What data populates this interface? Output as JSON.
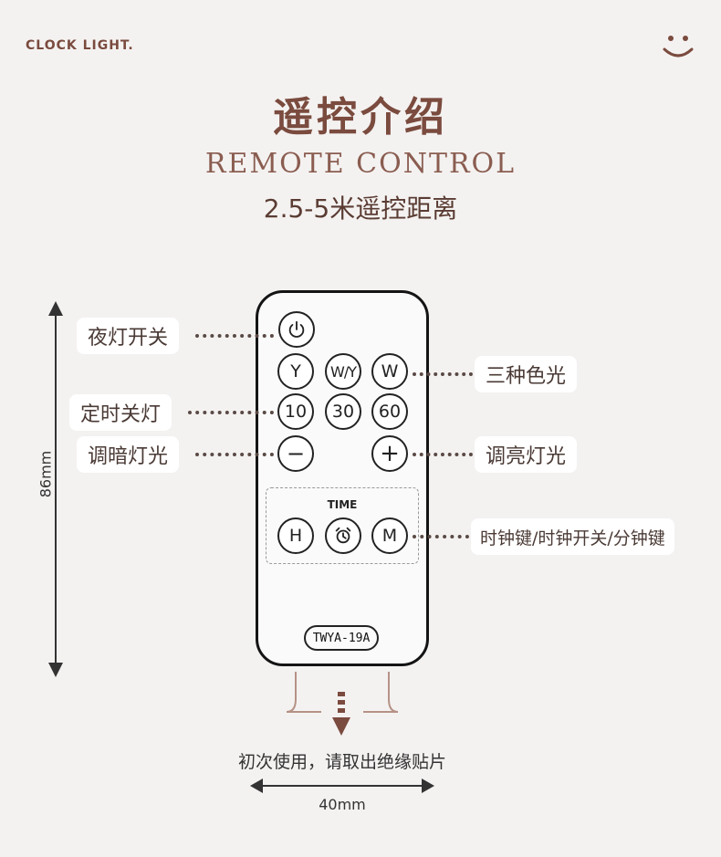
{
  "brand": "CLOCK LIGHT.",
  "title": "遥控介绍",
  "subtitle_en": "REMOTE CONTROL",
  "subtitle_cn": "2.5-5米遥控距离",
  "remote": {
    "power_icon": "power-icon",
    "buttons": {
      "y": "Y",
      "wy": "W/Y",
      "w": "W",
      "t10": "10",
      "t30": "30",
      "t60": "60",
      "minus": "−",
      "plus": "+",
      "h": "H",
      "alarm_icon": "alarm-clock-icon",
      "m": "M"
    },
    "time_label": "TIME",
    "model": "TWYA-19A"
  },
  "labels": {
    "night_light": "夜灯开关",
    "color": "三种色光",
    "timer": "定时关灯",
    "dim": "调暗灯光",
    "bright": "调亮灯光",
    "clock_keys": "时钟键/时钟开关/分钟键"
  },
  "dimensions": {
    "height": "86mm",
    "width": "40mm"
  },
  "instruction": "初次使用，请取出绝缘贴片",
  "colors": {
    "accent": "#7a4b3e",
    "background": "#f4f2f1"
  }
}
